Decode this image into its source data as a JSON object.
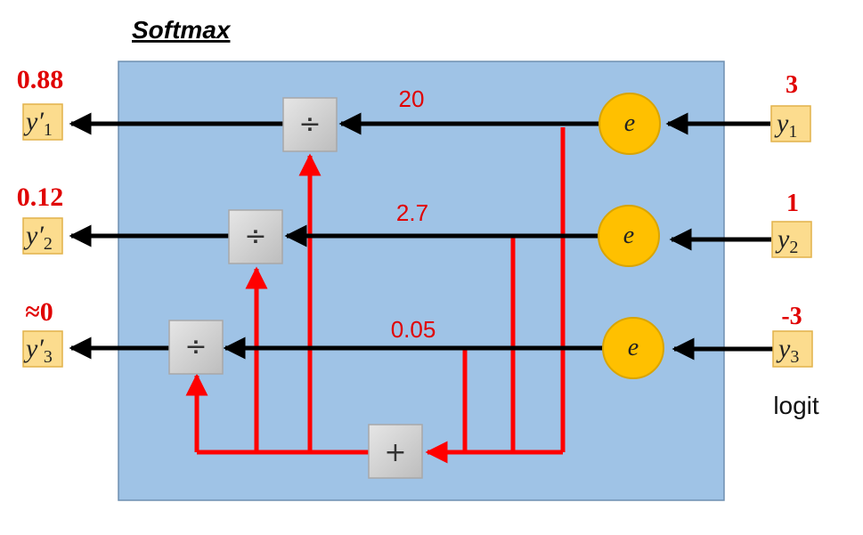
{
  "title": "Softmax",
  "colors": {
    "panel": "#9fc3e6",
    "panel_border": "#6f8fb0",
    "red": "#ff0000",
    "black": "#000000",
    "exp_fill": "#ffc000",
    "exp_stroke": "#d9a400",
    "label_fill": "#fcdc8e",
    "label_stroke": "#e2b24a",
    "op_fill": "#d6d6d6"
  },
  "exp_symbol": "e",
  "divide_symbol": "÷",
  "sum_symbol": "+",
  "inputs": [
    {
      "letter": "y",
      "sub": "1",
      "value": "3"
    },
    {
      "letter": "y",
      "sub": "2",
      "value": "1"
    },
    {
      "letter": "y",
      "sub": "3",
      "value": "-3"
    }
  ],
  "input_caption": "logit",
  "exp_values": [
    "20",
    "2.7",
    "0.05"
  ],
  "outputs": [
    {
      "letter": "y′",
      "sub": "1",
      "value": "0.88"
    },
    {
      "letter": "y′",
      "sub": "2",
      "value": "0.12"
    },
    {
      "letter": "y′",
      "sub": "3",
      "value": "≈0"
    }
  ]
}
